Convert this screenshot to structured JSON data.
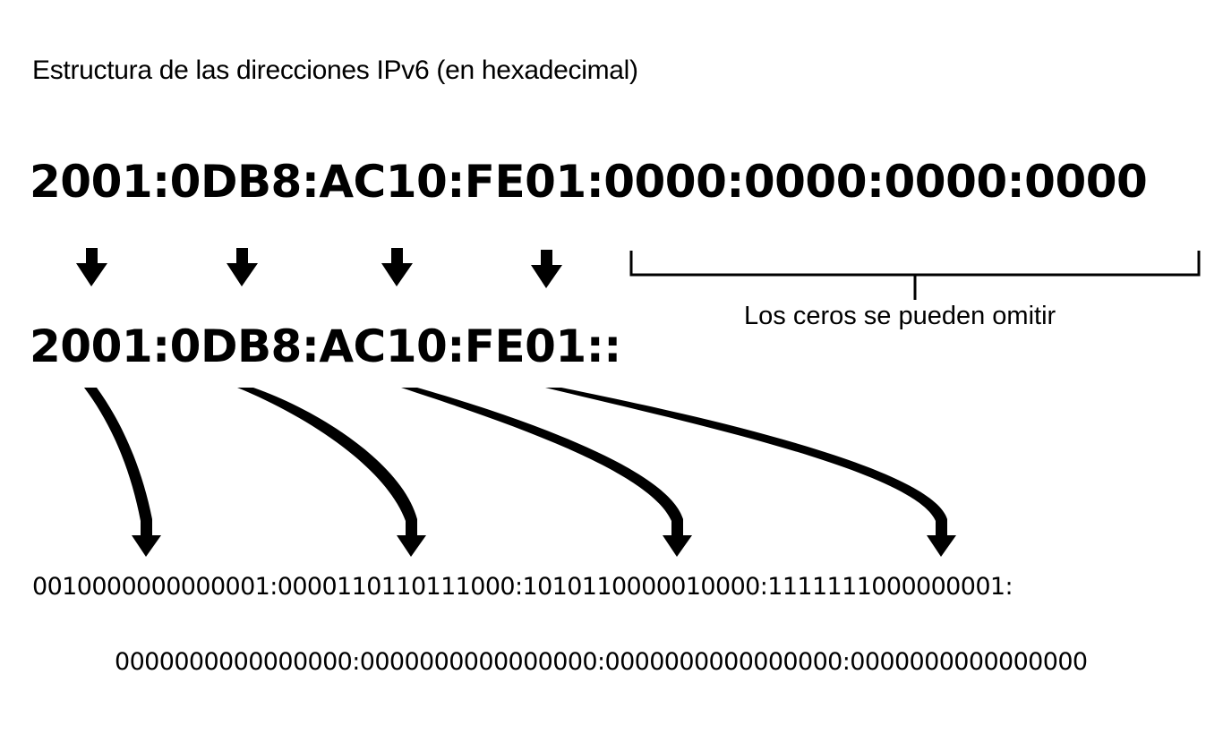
{
  "title": "Estructura de las direcciones IPv6 (en hexadecimal)",
  "hex_full": "2001:0DB8:AC10:FE01:0000:0000:0000:0000",
  "hex_short": "2001:0DB8:AC10:FE01::",
  "bracket_note": "Los ceros se pueden omitir",
  "binary_line_1": "0010000000000001:0000110110111000:1010110000010000:1111111000000001:",
  "binary_line_2": "0000000000000000:0000000000000000:0000000000000000:0000000000000000",
  "groups": [
    {
      "hex": "2001",
      "binary": "0010000000000001"
    },
    {
      "hex": "0DB8",
      "binary": "0000110110111000"
    },
    {
      "hex": "AC10",
      "binary": "1010110000010000"
    },
    {
      "hex": "FE01",
      "binary": "1111111000000001"
    },
    {
      "hex": "0000",
      "binary": "0000000000000000"
    },
    {
      "hex": "0000",
      "binary": "0000000000000000"
    },
    {
      "hex": "0000",
      "binary": "0000000000000000"
    },
    {
      "hex": "0000",
      "binary": "0000000000000000"
    }
  ],
  "icons": {
    "straight_arrows": "arrow-down-icon",
    "curved_arrows": "curved-arrow-down-icon",
    "bracket": "bracket-icon"
  },
  "colors": {
    "foreground": "#000000",
    "background": "#ffffff"
  }
}
